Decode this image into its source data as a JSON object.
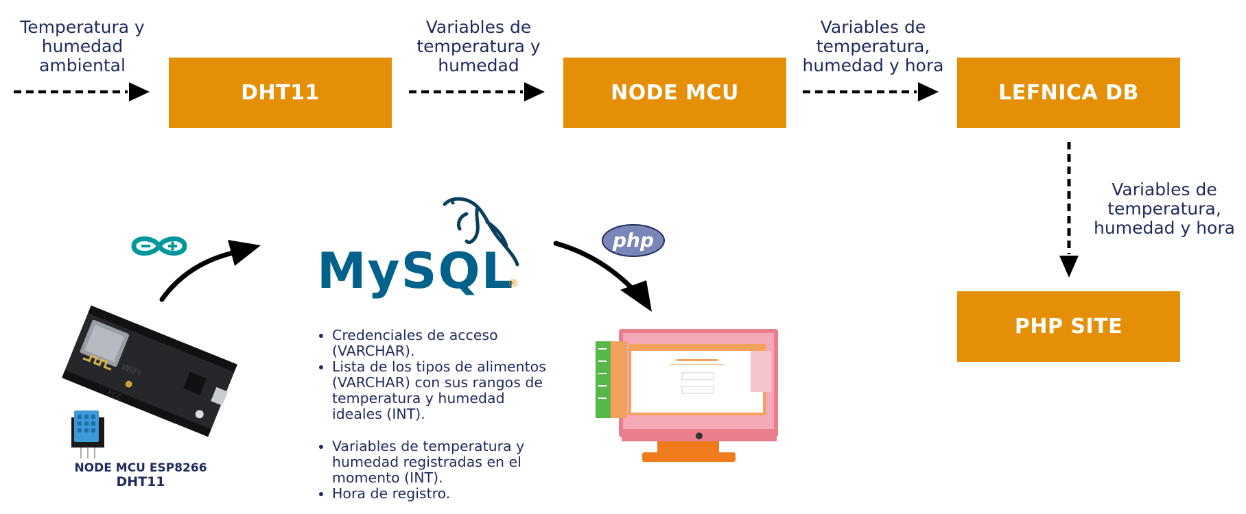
{
  "flow": {
    "input_label": "Temperatura y\nhumedad\nambiental",
    "boxes": [
      "DHT11",
      "NODE MCU",
      "LEFNICA DB",
      "PHP SITE"
    ],
    "edge_labels": [
      "Variables de\ntemperatura y\nhumedad",
      "Variables de\ntemperatura,\nhumedad y hora",
      "Variables de\ntemperatura,\nhumedad y hora"
    ]
  },
  "mysql": {
    "logo_text": "MySQL",
    "registered_mark": "®",
    "bullets": [
      "Credenciales de acceso (VARCHAR).",
      "Lista de los tipos de alimentos (VARCHAR) con sus rangos de temperatura y humedad ideales (INT).",
      "Variables de temperatura y humedad registradas en el momento (INT).",
      "Hora de registro."
    ]
  },
  "php_logo": "php",
  "hardware_caption": {
    "line1": "NODE MCU ESP8266",
    "line2": "DHT11"
  },
  "board": {
    "chip_text": "WiFi",
    "chip_sub": "FCC"
  },
  "colors": {
    "box_orange": "#e48f05",
    "text_navy": "#1f2a5c",
    "arduino_teal": "#00979c",
    "mysql_blue": "#00618a",
    "mysql_orange": "#e48e00",
    "php_purple": "#7a86b8"
  }
}
